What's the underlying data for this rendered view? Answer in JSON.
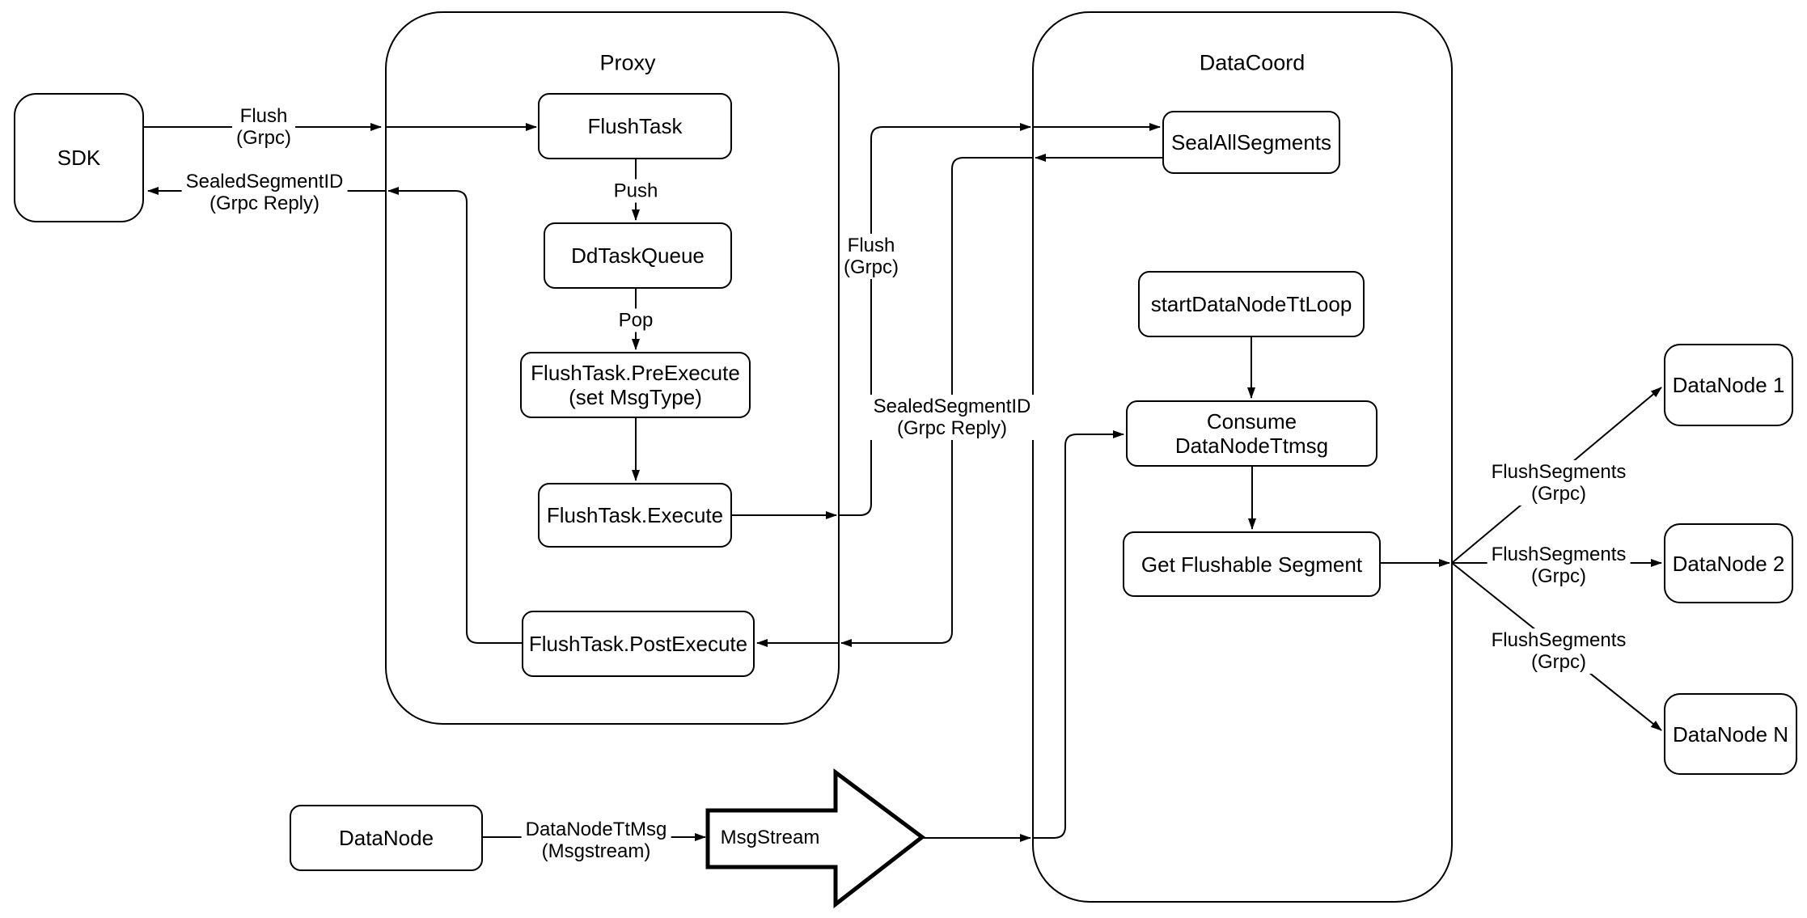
{
  "diagram": {
    "containers": {
      "proxy_title": "Proxy",
      "datacoord_title": "DataCoord"
    },
    "nodes": {
      "sdk": "SDK",
      "flush_task": "FlushTask",
      "dd_task_queue": "DdTaskQueue",
      "pre_execute_line1": "FlushTask.PreExecute",
      "pre_execute_line2": "(set MsgType)",
      "execute": "FlushTask.Execute",
      "post_execute": "FlushTask.PostExecute",
      "seal_all_segments": "SealAllSegments",
      "start_datanode_tt_loop": "startDataNodeTtLoop",
      "consume_datanode_ttmsg": "Consume DataNodeTtmsg",
      "get_flushable_segment": "Get Flushable Segment",
      "datanode1": "DataNode 1",
      "datanode2": "DataNode 2",
      "datanoden": "DataNode N",
      "datanode": "DataNode",
      "msgstream": "MsgStream"
    },
    "edge_labels": {
      "flush_grpc": {
        "line1": "Flush",
        "line2": "(Grpc)"
      },
      "sealed_segment_reply": {
        "line1": "SealedSegmentID",
        "line2": "(Grpc Reply)"
      },
      "push": "Push",
      "pop": "Pop",
      "datanode_ttmsg": {
        "line1": "DataNodeTtMsg",
        "line2": "(Msgstream)"
      },
      "flush_segments": {
        "line1": "FlushSegments",
        "line2": "(Grpc)"
      }
    },
    "colors": {
      "stroke": "#000000",
      "background": "#ffffff"
    }
  }
}
